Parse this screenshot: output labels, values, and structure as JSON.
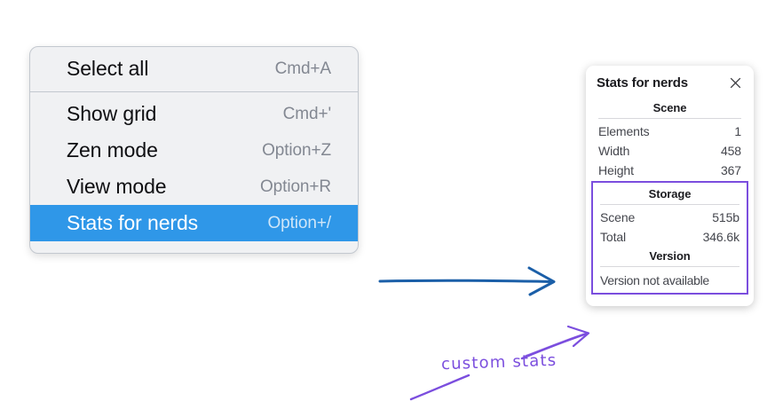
{
  "context_menu": {
    "groups": [
      {
        "items": [
          {
            "label": "Select all",
            "shortcut": "Cmd+A",
            "selected": false
          }
        ]
      },
      {
        "items": [
          {
            "label": "Show grid",
            "shortcut": "Cmd+'",
            "selected": false
          },
          {
            "label": "Zen mode",
            "shortcut": "Option+Z",
            "selected": false
          },
          {
            "label": "View mode",
            "shortcut": "Option+R",
            "selected": false
          },
          {
            "label": "Stats for nerds",
            "shortcut": "Option+/",
            "selected": true
          }
        ]
      }
    ],
    "highlight_color": "#2f97e8"
  },
  "stats_panel": {
    "title": "Stats for nerds",
    "close_icon": "close-icon",
    "scene": {
      "heading": "Scene",
      "rows": [
        {
          "label": "Elements",
          "value": "1"
        },
        {
          "label": "Width",
          "value": "458"
        },
        {
          "label": "Height",
          "value": "367"
        }
      ]
    },
    "storage": {
      "heading": "Storage",
      "rows": [
        {
          "label": "Scene",
          "value": "515b"
        },
        {
          "label": "Total",
          "value": "346.6k"
        }
      ]
    },
    "version": {
      "heading": "Version",
      "note": "Version not available"
    },
    "highlight_color": "#7b4ede"
  },
  "annotations": {
    "handwritten_label": "custom stats",
    "arrow_blue_color": "#1b5fa8",
    "arrow_purple_color": "#7b4ede"
  }
}
